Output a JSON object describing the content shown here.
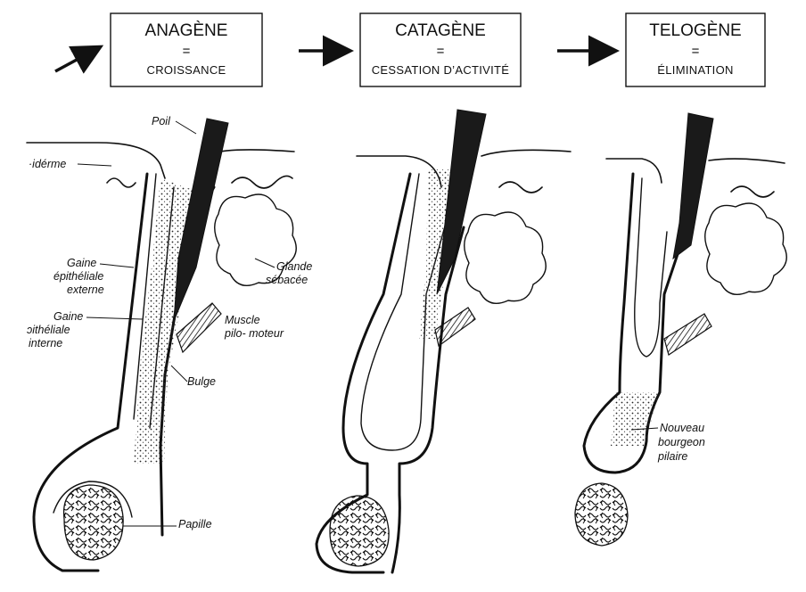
{
  "phases": [
    {
      "title": "ANAGÈNE",
      "equals": "=",
      "subtitle": "CROISSANCE"
    },
    {
      "title": "CATAGÈNE",
      "equals": "=",
      "subtitle": "CESSATION D’ACTIVITÉ"
    },
    {
      "title": "TELOGÈNE",
      "equals": "=",
      "subtitle": "ÉLIMINATION"
    }
  ],
  "labels": {
    "poil": "Poil",
    "epiderme": "·idérme",
    "gaine_externe_1": "Gaine",
    "gaine_externe_2": "épithéliale",
    "gaine_externe_3": "externe",
    "gaine_interne_1": "Gaine",
    "gaine_interne_2": "ɔithéliale",
    "gaine_interne_3": "interne",
    "glande_1": "Glande",
    "glande_2": "sébacée",
    "muscle_1": "Muscle",
    "muscle_2": "pilo- moteur",
    "bulge": "Bulge",
    "papille": "Papille",
    "bourgeon_1": "Nouveau",
    "bourgeon_2": "bourgeon",
    "bourgeon_3": "pilaire"
  },
  "colors": {
    "ink": "#111111",
    "paper": "#ffffff"
  },
  "icons": [
    "arrow-icon"
  ]
}
